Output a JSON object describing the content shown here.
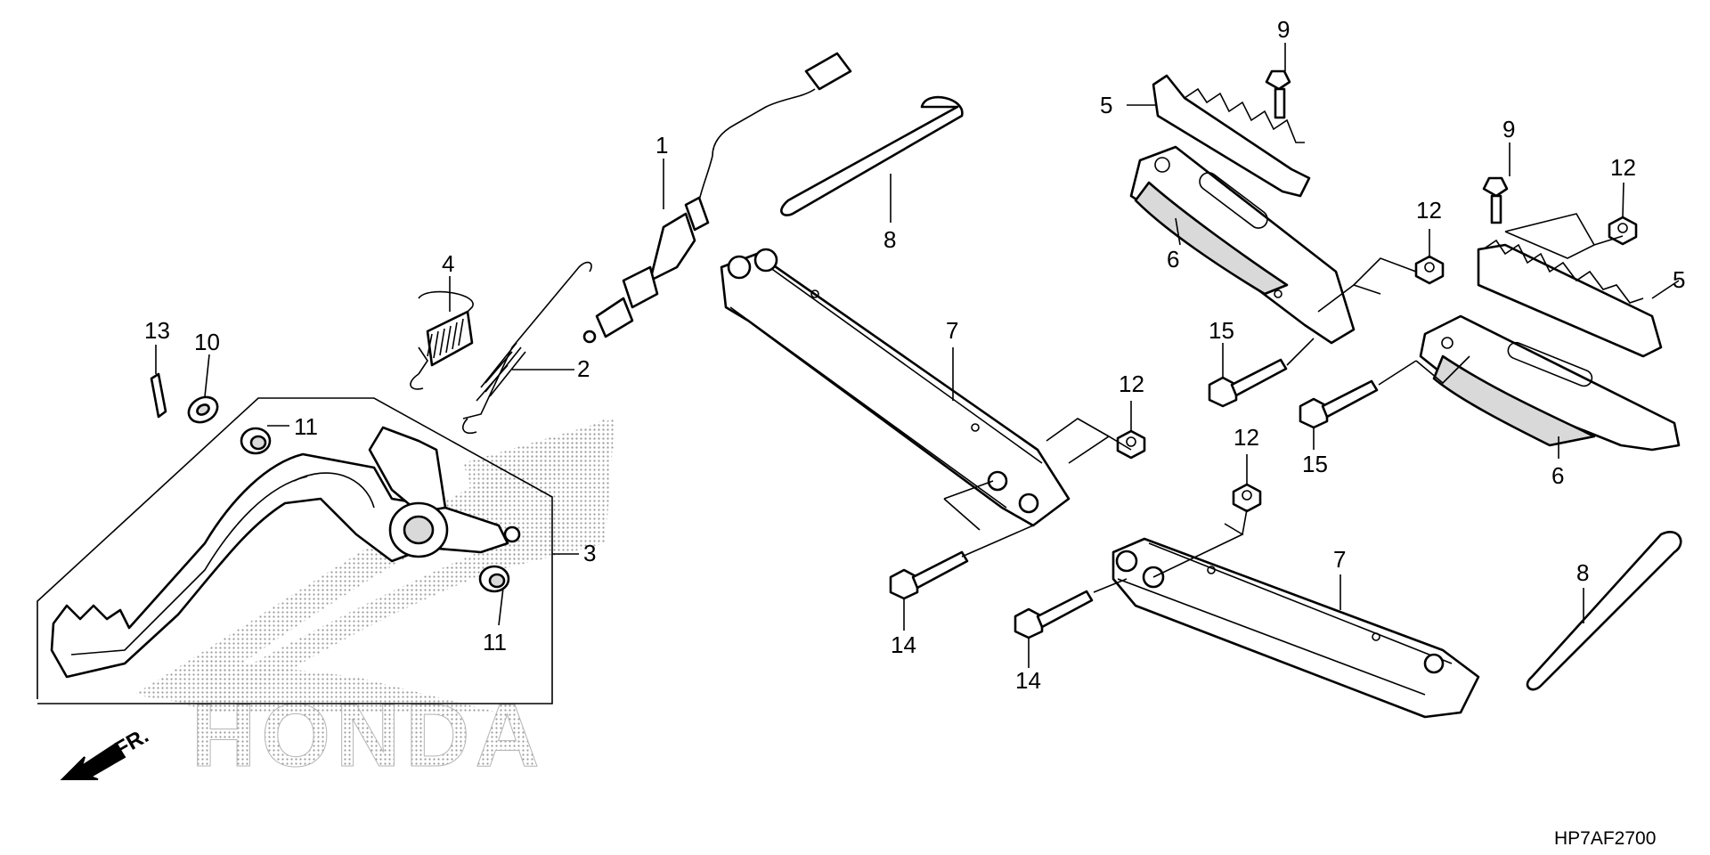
{
  "diagram": {
    "code": "HP7AF2700",
    "front_label": "FR.",
    "watermark_text": "HONDA",
    "callouts": {
      "c1": "1",
      "c2": "2",
      "c3": "3",
      "c4": "4",
      "c5a": "5",
      "c5b": "5",
      "c6a": "6",
      "c6b": "6",
      "c7a": "7",
      "c7b": "7",
      "c8a": "8",
      "c8b": "8",
      "c9a": "9",
      "c9b": "9",
      "c10": "10",
      "c11a": "11",
      "c11b": "11",
      "c12a": "12",
      "c12b": "12",
      "c12c": "12",
      "c12d": "12",
      "c13": "13",
      "c14a": "14",
      "c14b": "14",
      "c15a": "15",
      "c15b": "15"
    }
  }
}
